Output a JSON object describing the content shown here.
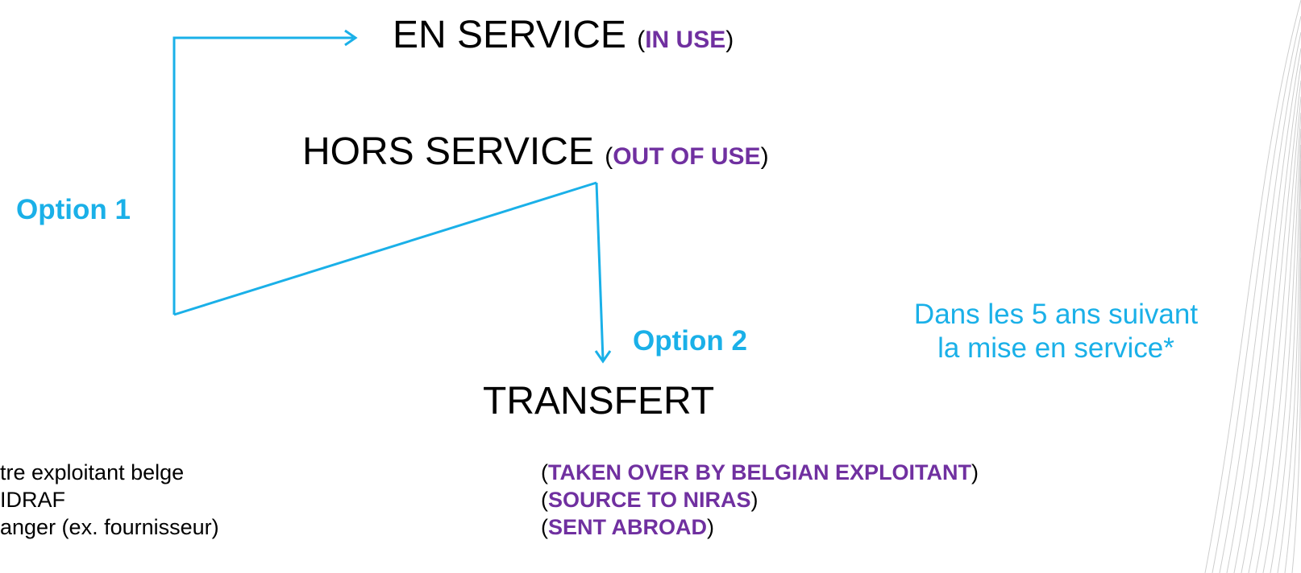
{
  "states": {
    "in_use": {
      "label": "EN SERVICE",
      "open": "(",
      "translation": "IN USE",
      "close": ")"
    },
    "out_of_use": {
      "label": "HORS SERVICE",
      "open": "(",
      "translation": "OUT OF USE",
      "close": ")"
    },
    "transfer": {
      "label": "TRANSFERT"
    }
  },
  "options": {
    "option1": "Option 1",
    "option2": "Option 2"
  },
  "note": {
    "line1": "Dans les 5 ans suivant",
    "line2": "la mise en service*"
  },
  "transfer_items": [
    {
      "fr": "tre exploitant belge",
      "open": "(",
      "en": "TAKEN OVER BY BELGIAN EXPLOITANT",
      "close": ")"
    },
    {
      "fr": "IDRAF",
      "open": "(",
      "en": "SOURCE TO NIRAS",
      "close": ")"
    },
    {
      "fr": "anger (ex. fournisseur)",
      "open": "(",
      "en": "SENT ABROAD",
      "close": ")"
    }
  ],
  "colors": {
    "arrow": "#1ab0e8",
    "translation": "#7030a0",
    "option": "#1ab0e8",
    "decoration": "#c8c8c8"
  }
}
